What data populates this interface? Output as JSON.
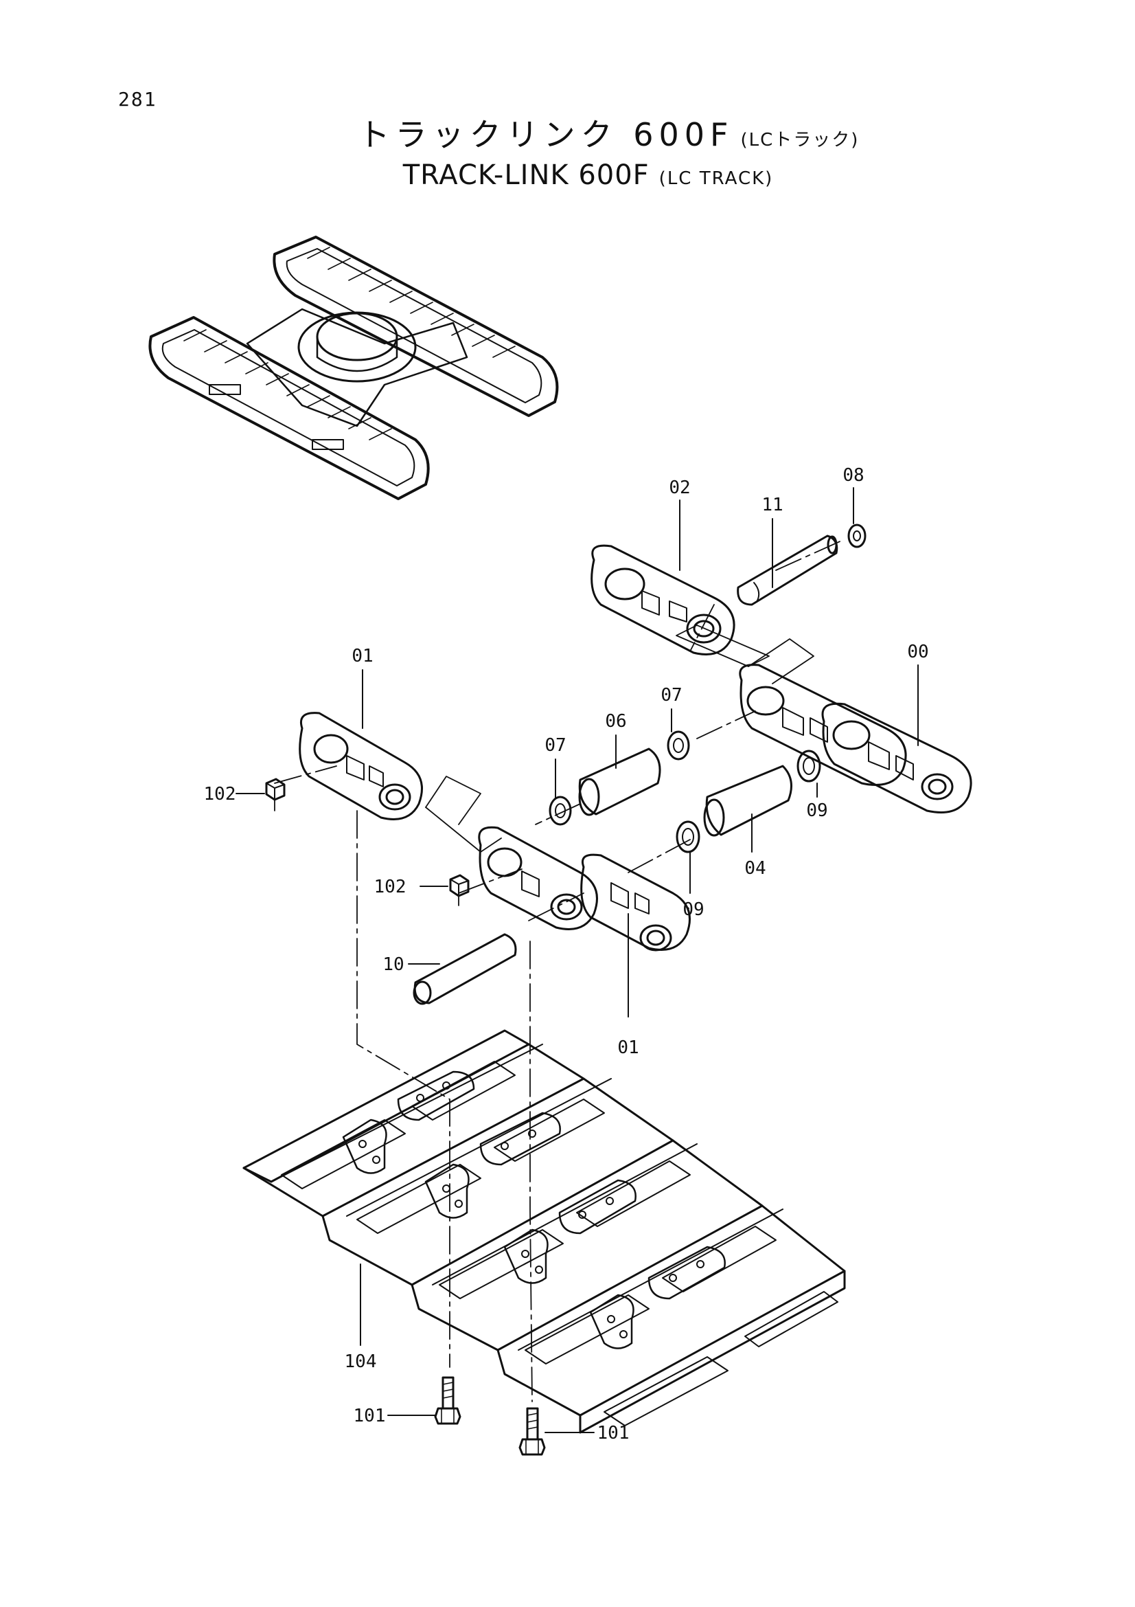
{
  "page": {
    "number": "281"
  },
  "title": {
    "jp_main": "トラックリンク 600F",
    "jp_suffix": "(LCトラック)",
    "en_main": "TRACK-LINK 600F",
    "en_suffix": "(LC TRACK)"
  },
  "callouts": {
    "c00": "00",
    "c01a": "01",
    "c01b": "01",
    "c02": "02",
    "c04": "04",
    "c06": "06",
    "c07a": "07",
    "c07b": "07",
    "c08": "08",
    "c09a": "09",
    "c09b": "09",
    "c10": "10",
    "c11": "11",
    "c101a": "101",
    "c101b": "101",
    "c102a": "102",
    "c102b": "102",
    "c104": "104"
  }
}
